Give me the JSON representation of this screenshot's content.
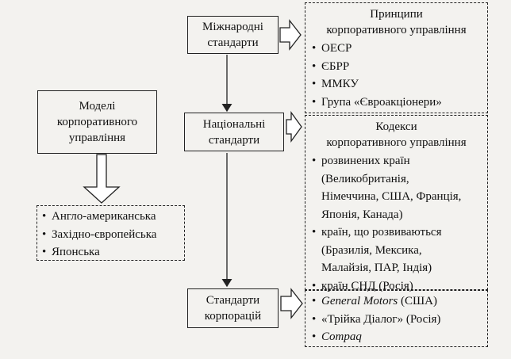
{
  "models": {
    "title_lines": [
      "Моделі",
      "корпоративного",
      "управління"
    ],
    "items": [
      "Англо-американська",
      "Західно-європейська",
      "Японська"
    ]
  },
  "international": {
    "label_lines": [
      "Міжнародні",
      "стандарти"
    ],
    "principles_title_lines": [
      "Принципи",
      "корпоративного управління"
    ],
    "principles": [
      "ОЕСР",
      "ЄБРР",
      "ММКУ",
      "Група «Євроакціонери»"
    ]
  },
  "national": {
    "label_lines": [
      "Національні",
      "стандарти"
    ],
    "codes_title_lines": [
      "Кодекси",
      "корпоративного управління"
    ],
    "codes": [
      {
        "first": "розвинених країн",
        "lines": [
          "(Великобританія,",
          "Німеччина, США, Франція,",
          "Японія, Канада)"
        ]
      },
      {
        "first": "країн, що розвиваються",
        "lines": [
          "(Бразилія, Мексика,",
          "Малайзія, ПАР, Індія)"
        ]
      },
      {
        "first": "країн СНД (Росія)",
        "lines": []
      }
    ]
  },
  "corporate": {
    "label_lines": [
      "Стандарти",
      "корпорацій"
    ],
    "items": [
      {
        "italic": "General Motors",
        "rest": " (США)"
      },
      {
        "italic": "",
        "rest": "«Трійка Діалог» (Росія)"
      },
      {
        "italic": "Compaq",
        "rest": ""
      }
    ]
  }
}
